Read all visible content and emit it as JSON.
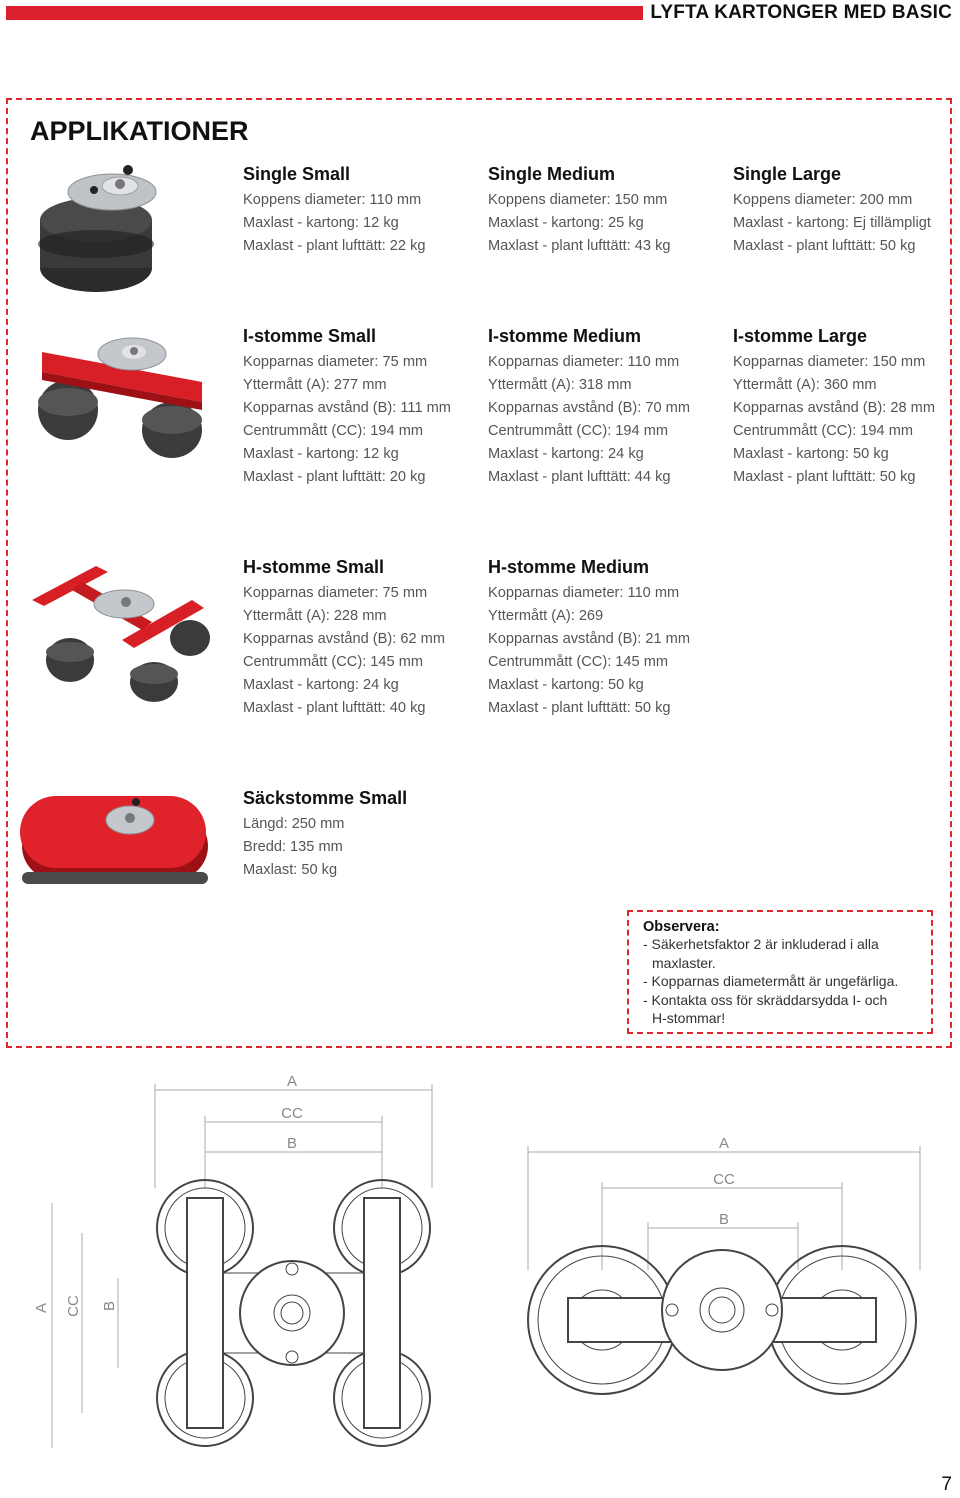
{
  "header": {
    "title": "LYFTA KARTONGER MED BASIC",
    "accent_color": "#dc1f2c"
  },
  "section": {
    "title": "APPLIKATIONER"
  },
  "products": [
    {
      "name": "Single Small",
      "specs": [
        "Koppens diameter: 110 mm",
        "Maxlast - kartong: 12 kg",
        "Maxlast - plant lufttätt: 22 kg"
      ]
    },
    {
      "name": "Single Medium",
      "specs": [
        "Koppens diameter: 150 mm",
        "Maxlast - kartong: 25 kg",
        "Maxlast - plant lufttätt: 43 kg"
      ]
    },
    {
      "name": "Single Large",
      "specs": [
        "Koppens diameter: 200 mm",
        "Maxlast - kartong: Ej tillämpligt",
        "Maxlast - plant lufttätt: 50 kg"
      ]
    },
    {
      "name": "I-stomme Small",
      "specs": [
        "Kopparnas diameter: 75 mm",
        "Yttermått (A): 277 mm",
        "Kopparnas avstånd (B): 111 mm",
        "Centrummått (CC): 194 mm",
        "Maxlast - kartong: 12 kg",
        "Maxlast - plant lufttätt: 20 kg"
      ]
    },
    {
      "name": "I-stomme Medium",
      "specs": [
        "Kopparnas diameter: 110 mm",
        "Yttermått (A): 318 mm",
        "Kopparnas avstånd (B): 70 mm",
        "Centrummått (CC): 194 mm",
        "Maxlast - kartong: 24 kg",
        "Maxlast - plant lufttätt: 44 kg"
      ]
    },
    {
      "name": "I-stomme Large",
      "specs": [
        "Kopparnas diameter: 150 mm",
        "Yttermått (A): 360 mm",
        "Kopparnas avstånd (B): 28 mm",
        "Centrummått (CC): 194 mm",
        "Maxlast - kartong: 50 kg",
        "Maxlast - plant lufttätt: 50 kg"
      ]
    },
    {
      "name": "H-stomme Small",
      "specs": [
        "Kopparnas diameter: 75 mm",
        "Yttermått (A): 228 mm",
        "Kopparnas avstånd (B): 62 mm",
        "Centrummått (CC): 145 mm",
        "Maxlast - kartong: 24 kg",
        "Maxlast - plant lufttätt: 40 kg"
      ]
    },
    {
      "name": "H-stomme Medium",
      "specs": [
        "Kopparnas diameter: 110 mm",
        "Yttermått (A): 269",
        "Kopparnas avstånd (B): 21 mm",
        "Centrummått (CC): 145 mm",
        "Maxlast - kartong: 50 kg",
        "Maxlast - plant lufttätt: 50 kg"
      ]
    },
    {
      "name": "Säckstomme Small",
      "specs": [
        "Längd: 250 mm",
        "Bredd: 135 mm",
        "Maxlast: 50 kg"
      ]
    }
  ],
  "note": {
    "title": "Observera:",
    "lines": [
      "- Säkerhetsfaktor 2 är inkluderad i alla",
      "maxlaster.",
      "- Kopparnas diametermått är ungefärliga.",
      "- Kontakta oss för skräddarsydda I- och",
      "H-stommar!"
    ]
  },
  "diagrams": {
    "h_frame": {
      "labels": [
        "A",
        "CC",
        "B"
      ]
    },
    "i_frame": {
      "labels": [
        "A",
        "CC",
        "B"
      ]
    }
  },
  "page_number": "7"
}
